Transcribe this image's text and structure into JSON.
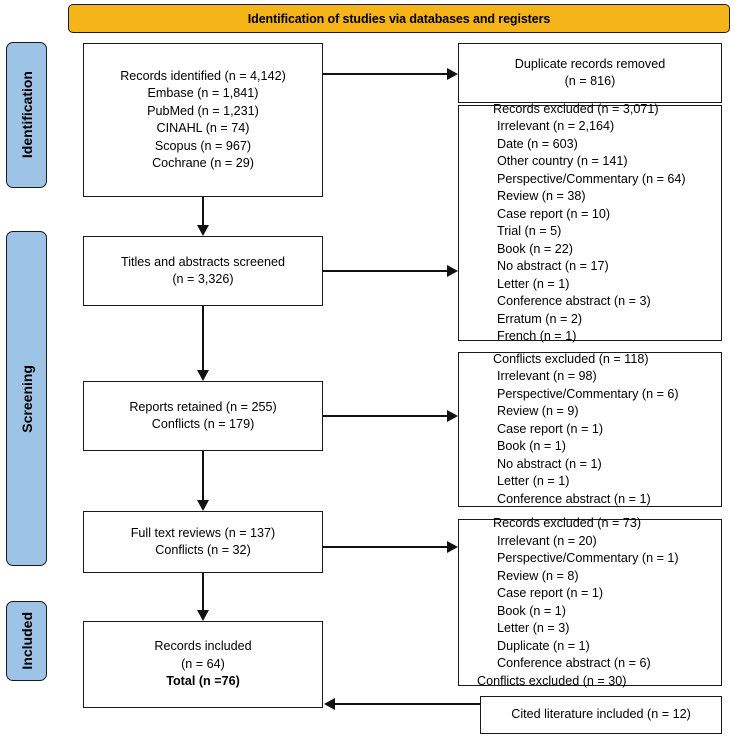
{
  "banner": {
    "title": "Identification of studies via databases and registers"
  },
  "stages": [
    {
      "key": "identification",
      "label": "Identification"
    },
    {
      "key": "screening",
      "label": "Screening"
    },
    {
      "key": "included",
      "label": "Included"
    }
  ],
  "boxes": {
    "records_identified": {
      "title": "Records identified (n = 4,142)",
      "items": [
        "Embase (n = 1,841)",
        "PubMed (n = 1,231)",
        "CINAHL (n = 74)",
        "Scopus (n = 967)",
        "Cochrane (n = 29)"
      ]
    },
    "duplicates_removed": {
      "line1": "Duplicate records removed",
      "line2": "(n = 816)"
    },
    "records_excluded_1": {
      "title": "Records excluded (n = 3,071)",
      "items": [
        "Irrelevant (n = 2,164)",
        "Date (n = 603)",
        "Other country (n = 141)",
        "Perspective/Commentary (n = 64)",
        "Review (n = 38)",
        "Case report (n = 10)",
        "Trial (n = 5)",
        "Book (n = 22)",
        "No abstract (n = 17)",
        "Letter (n = 1)",
        "Conference abstract (n = 3)",
        "Erratum (n = 2)",
        "French (n = 1)"
      ]
    },
    "titles_screened": {
      "line1": "Titles and abstracts screened",
      "line2": "(n = 3,326)"
    },
    "conflicts_excluded": {
      "title": "Conflicts excluded (n = 118)",
      "items": [
        "Irrelevant (n = 98)",
        "Perspective/Commentary (n = 6)",
        "Review (n = 9)",
        "Case report (n = 1)",
        "Book (n = 1)",
        "No abstract (n = 1)",
        "Letter (n = 1)",
        "Conference abstract (n = 1)"
      ]
    },
    "reports_retained": {
      "line1": "Reports retained (n = 255)",
      "line2": "Conflicts (n = 179)"
    },
    "records_excluded_2": {
      "title": "Records excluded (n = 73)",
      "items": [
        "Irrelevant (n = 20)",
        "Perspective/Commentary (n = 1)",
        "Review (n = 8)",
        "Case report (n = 1)",
        "Book (n = 1)",
        "Letter (n = 3)",
        "Duplicate (n = 1)",
        "Conference abstract (n = 6)"
      ],
      "footer": "Conflicts excluded (n = 30)"
    },
    "fulltext_reviews": {
      "line1": "Full text reviews (n = 137)",
      "line2": "Conflicts (n = 32)"
    },
    "records_included": {
      "line1": "Records included",
      "line2": "(n = 64)",
      "line3": "Total (n =76)"
    },
    "cited_literature": {
      "line1": "Cited literature included (n = 12)"
    }
  },
  "colors": {
    "banner_fill": "#F5B417",
    "stage_fill": "#9DC3E6",
    "stroke": "#1a1a1a",
    "box_fill": "#FFFFFF"
  }
}
